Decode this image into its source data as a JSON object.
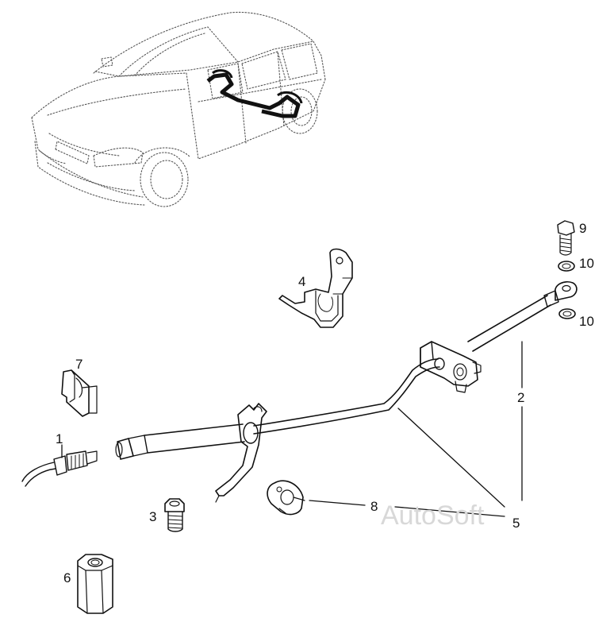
{
  "watermark": "AutoSoft",
  "callouts": {
    "c1": "1",
    "c2": "2",
    "c3": "3",
    "c4": "4",
    "c5": "5",
    "c6": "6",
    "c7": "7",
    "c8": "8",
    "c9": "9",
    "c10a": "10",
    "c10b": "10"
  }
}
